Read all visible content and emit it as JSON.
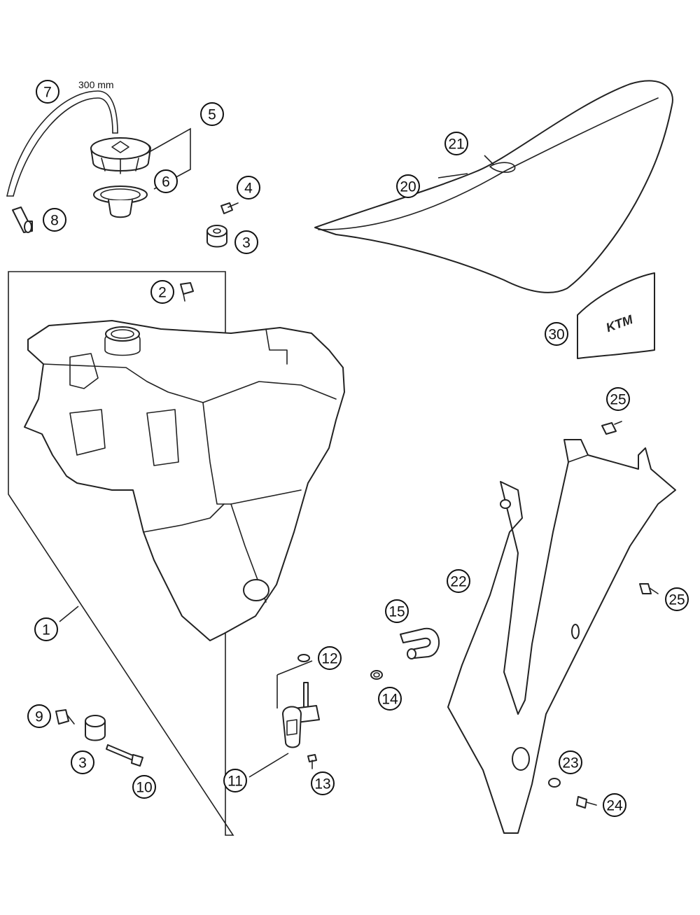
{
  "diagram": {
    "dimension_label": "300 mm",
    "logo_text": "KTM",
    "callouts": [
      {
        "id": "c7",
        "number": "7"
      },
      {
        "id": "c5",
        "number": "5"
      },
      {
        "id": "c6",
        "number": "6"
      },
      {
        "id": "c8",
        "number": "8"
      },
      {
        "id": "c4",
        "number": "4"
      },
      {
        "id": "c3a",
        "number": "3"
      },
      {
        "id": "c2",
        "number": "2"
      },
      {
        "id": "c1",
        "number": "1"
      },
      {
        "id": "c9",
        "number": "9"
      },
      {
        "id": "c3b",
        "number": "3"
      },
      {
        "id": "c10",
        "number": "10"
      },
      {
        "id": "c11",
        "number": "11"
      },
      {
        "id": "c12",
        "number": "12"
      },
      {
        "id": "c13",
        "number": "13"
      },
      {
        "id": "c14",
        "number": "14"
      },
      {
        "id": "c15",
        "number": "15"
      },
      {
        "id": "c20",
        "number": "20"
      },
      {
        "id": "c21",
        "number": "21"
      },
      {
        "id": "c30",
        "number": "30"
      },
      {
        "id": "c25a",
        "number": "25"
      },
      {
        "id": "c25b",
        "number": "25"
      },
      {
        "id": "c22",
        "number": "22"
      },
      {
        "id": "c23",
        "number": "23"
      },
      {
        "id": "c24",
        "number": "24"
      }
    ]
  }
}
